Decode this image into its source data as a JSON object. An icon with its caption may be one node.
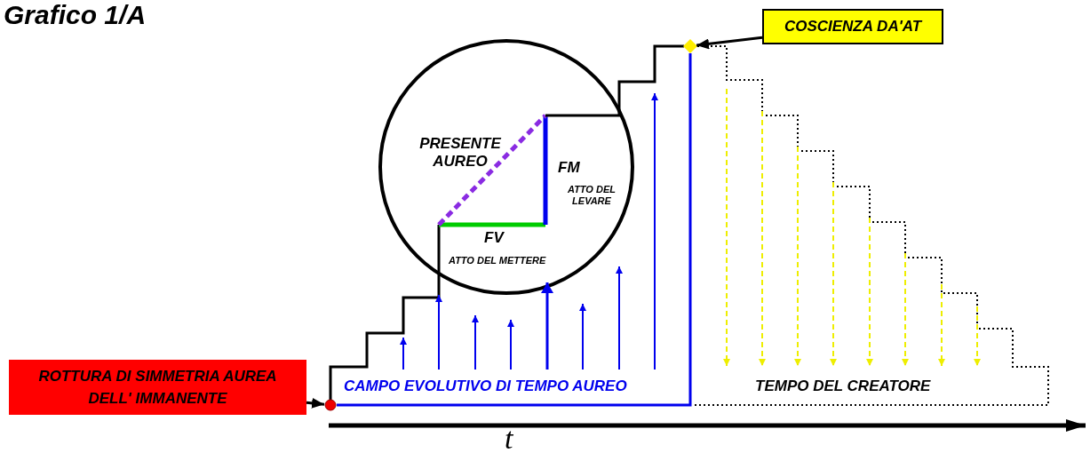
{
  "diagram": {
    "title": "Grafico 1/A",
    "nodes": [
      {
        "text": [
          "COSCIENZA DA'AT"
        ]
      },
      {
        "text": [],
        "shape": "diamond"
      },
      {
        "text": [
          "ROTTURA DI SIMMETRIA AUREA DELL' IMMANENTE"
        ]
      },
      {
        "text": [],
        "shape": "circle"
      }
    ],
    "edges": [
      {
        "from": 0,
        "to": 1,
        "arrow": "to"
      },
      {
        "from": 2,
        "to": 3,
        "arrow": "to"
      },
      {
        "from": 3,
        "to": 1,
        "arrow": "none",
        "color": "#0000ee"
      }
    ],
    "labels": [
      "PRESENTE AUREO",
      "FM",
      "ATTO DEL LEVARE",
      "FV",
      "ATTO DEL METTERE",
      "CAMPO EVOLUTIVO DI TEMPO AUREO",
      "TEMPO DEL CREATORE",
      "t"
    ]
  }
}
